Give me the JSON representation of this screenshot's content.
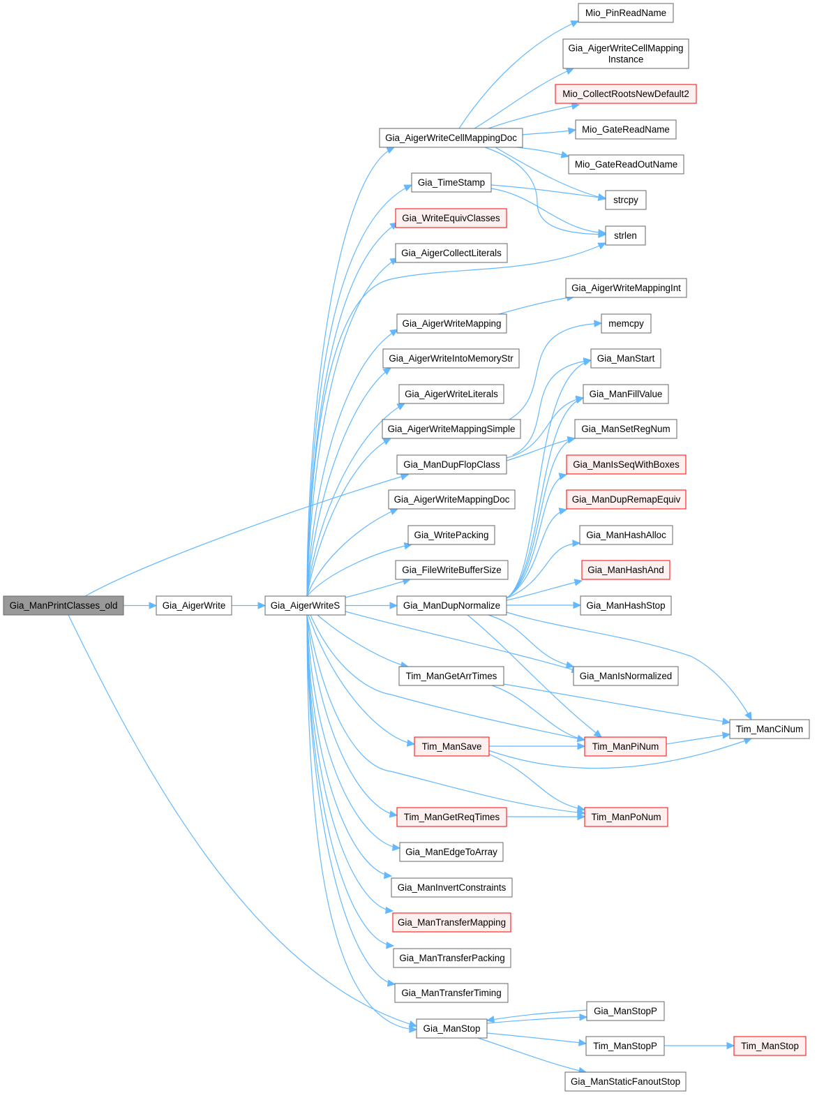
{
  "colors": {
    "edge": "#63b8ff",
    "normal_fill": "#ffffff",
    "normal_border": "#666666",
    "highlight_fill": "#999999",
    "highlight_border": "#666666",
    "truncated_fill": "#fff0f0",
    "truncated_border": "#ff0000"
  },
  "nodes": {
    "root": {
      "lines": [
        "Gia_ManPrintClasses_old"
      ],
      "style": "highlight"
    },
    "aigerWrite": {
      "lines": [
        "Gia_AigerWrite"
      ],
      "style": "normal"
    },
    "aigerWriteS": {
      "lines": [
        "Gia_AigerWriteS"
      ],
      "style": "normal"
    },
    "cellMapDoc": {
      "lines": [
        "Gia_AigerWriteCellMappingDoc"
      ],
      "style": "normal"
    },
    "timeStamp": {
      "lines": [
        "Gia_TimeStamp"
      ],
      "style": "normal"
    },
    "writeEquiv": {
      "lines": [
        "Gia_WriteEquivClasses"
      ],
      "style": "truncated"
    },
    "collectLits": {
      "lines": [
        "Gia_AigerCollectLiterals"
      ],
      "style": "normal"
    },
    "writeMapping": {
      "lines": [
        "Gia_AigerWriteMapping"
      ],
      "style": "normal"
    },
    "intoMemStr": {
      "lines": [
        "Gia_AigerWriteIntoMemoryStr"
      ],
      "style": "normal"
    },
    "writeLits": {
      "lines": [
        "Gia_AigerWriteLiterals"
      ],
      "style": "normal"
    },
    "mapSimple": {
      "lines": [
        "Gia_AigerWriteMappingSimple"
      ],
      "style": "normal"
    },
    "dupFlop": {
      "lines": [
        "Gia_ManDupFlopClass"
      ],
      "style": "normal"
    },
    "mapDoc": {
      "lines": [
        "Gia_AigerWriteMappingDoc"
      ],
      "style": "normal"
    },
    "writePacking": {
      "lines": [
        "Gia_WritePacking"
      ],
      "style": "normal"
    },
    "fileBuf": {
      "lines": [
        "Gia_FileWriteBufferSize"
      ],
      "style": "normal"
    },
    "dupNorm": {
      "lines": [
        "Gia_ManDupNormalize"
      ],
      "style": "normal"
    },
    "getArr": {
      "lines": [
        "Tim_ManGetArrTimes"
      ],
      "style": "normal"
    },
    "timSave": {
      "lines": [
        "Tim_ManSave"
      ],
      "style": "truncated"
    },
    "getReq": {
      "lines": [
        "Tim_ManGetReqTimes"
      ],
      "style": "truncated"
    },
    "edgeToArr": {
      "lines": [
        "Gia_ManEdgeToArray"
      ],
      "style": "normal"
    },
    "invCons": {
      "lines": [
        "Gia_ManInvertConstraints"
      ],
      "style": "normal"
    },
    "transMap": {
      "lines": [
        "Gia_ManTransferMapping"
      ],
      "style": "truncated"
    },
    "transPack": {
      "lines": [
        "Gia_ManTransferPacking"
      ],
      "style": "normal"
    },
    "transTime": {
      "lines": [
        "Gia_ManTransferTiming"
      ],
      "style": "normal"
    },
    "manStop": {
      "lines": [
        "Gia_ManStop"
      ],
      "style": "normal"
    },
    "pinRead": {
      "lines": [
        "Mio_PinReadName"
      ],
      "style": "normal"
    },
    "cellInst": {
      "lines": [
        "Gia_AigerWriteCellMapping",
        "Instance"
      ],
      "style": "normal"
    },
    "collectRoots": {
      "lines": [
        "Mio_CollectRootsNewDefault2"
      ],
      "style": "truncated"
    },
    "gateName": {
      "lines": [
        "Mio_GateReadName"
      ],
      "style": "normal"
    },
    "gateOut": {
      "lines": [
        "Mio_GateReadOutName"
      ],
      "style": "normal"
    },
    "strcpy": {
      "lines": [
        "strcpy"
      ],
      "style": "normal"
    },
    "strlen": {
      "lines": [
        "strlen"
      ],
      "style": "normal"
    },
    "mapInt": {
      "lines": [
        "Gia_AigerWriteMappingInt"
      ],
      "style": "normal"
    },
    "memcpy": {
      "lines": [
        "memcpy"
      ],
      "style": "normal"
    },
    "manStart": {
      "lines": [
        "Gia_ManStart"
      ],
      "style": "normal"
    },
    "fillVal": {
      "lines": [
        "Gia_ManFillValue"
      ],
      "style": "normal"
    },
    "setReg": {
      "lines": [
        "Gia_ManSetRegNum"
      ],
      "style": "normal"
    },
    "isSeqBox": {
      "lines": [
        "Gia_ManIsSeqWithBoxes"
      ],
      "style": "truncated"
    },
    "dupRemap": {
      "lines": [
        "Gia_ManDupRemapEquiv"
      ],
      "style": "truncated"
    },
    "hashAlloc": {
      "lines": [
        "Gia_ManHashAlloc"
      ],
      "style": "normal"
    },
    "hashAnd": {
      "lines": [
        "Gia_ManHashAnd"
      ],
      "style": "truncated"
    },
    "hashStop": {
      "lines": [
        "Gia_ManHashStop"
      ],
      "style": "normal"
    },
    "isNorm": {
      "lines": [
        "Gia_ManIsNormalized"
      ],
      "style": "normal"
    },
    "piNum": {
      "lines": [
        "Tim_ManPiNum"
      ],
      "style": "truncated"
    },
    "poNum": {
      "lines": [
        "Tim_ManPoNum"
      ],
      "style": "truncated"
    },
    "ciNum": {
      "lines": [
        "Tim_ManCiNum"
      ],
      "style": "normal"
    },
    "stopP": {
      "lines": [
        "Gia_ManStopP"
      ],
      "style": "normal"
    },
    "timStopP": {
      "lines": [
        "Tim_ManStopP"
      ],
      "style": "normal"
    },
    "fanoutStop": {
      "lines": [
        "Gia_ManStaticFanoutStop"
      ],
      "style": "normal"
    },
    "timStop": {
      "lines": [
        "Tim_ManStop"
      ],
      "style": "truncated"
    }
  },
  "edges": [
    [
      "root",
      "aigerWrite"
    ],
    [
      "root",
      "dupFlop"
    ],
    [
      "root",
      "manStop"
    ],
    [
      "aigerWrite",
      "aigerWriteS"
    ],
    [
      "aigerWriteS",
      "cellMapDoc"
    ],
    [
      "aigerWriteS",
      "timeStamp"
    ],
    [
      "aigerWriteS",
      "writeEquiv"
    ],
    [
      "aigerWriteS",
      "collectLits"
    ],
    [
      "aigerWriteS",
      "strlen"
    ],
    [
      "aigerWriteS",
      "writeMapping"
    ],
    [
      "aigerWriteS",
      "intoMemStr"
    ],
    [
      "aigerWriteS",
      "writeLits"
    ],
    [
      "aigerWriteS",
      "mapSimple"
    ],
    [
      "aigerWriteS",
      "mapDoc"
    ],
    [
      "aigerWriteS",
      "writePacking"
    ],
    [
      "aigerWriteS",
      "fileBuf"
    ],
    [
      "aigerWriteS",
      "dupNorm"
    ],
    [
      "aigerWriteS",
      "isNorm"
    ],
    [
      "aigerWriteS",
      "getArr"
    ],
    [
      "aigerWriteS",
      "piNum"
    ],
    [
      "aigerWriteS",
      "timSave"
    ],
    [
      "aigerWriteS",
      "poNum"
    ],
    [
      "aigerWriteS",
      "getReq"
    ],
    [
      "aigerWriteS",
      "edgeToArr"
    ],
    [
      "aigerWriteS",
      "invCons"
    ],
    [
      "aigerWriteS",
      "transMap"
    ],
    [
      "aigerWriteS",
      "transPack"
    ],
    [
      "aigerWriteS",
      "transTime"
    ],
    [
      "aigerWriteS",
      "manStop"
    ],
    [
      "cellMapDoc",
      "pinRead"
    ],
    [
      "cellMapDoc",
      "cellInst"
    ],
    [
      "cellMapDoc",
      "collectRoots"
    ],
    [
      "cellMapDoc",
      "gateName"
    ],
    [
      "cellMapDoc",
      "gateOut"
    ],
    [
      "cellMapDoc",
      "strcpy"
    ],
    [
      "cellMapDoc",
      "strlen"
    ],
    [
      "timeStamp",
      "strcpy"
    ],
    [
      "timeStamp",
      "strlen"
    ],
    [
      "writeMapping",
      "mapInt"
    ],
    [
      "mapSimple",
      "memcpy"
    ],
    [
      "dupFlop",
      "manStart"
    ],
    [
      "dupFlop",
      "fillVal"
    ],
    [
      "dupFlop",
      "setReg"
    ],
    [
      "dupNorm",
      "manStart"
    ],
    [
      "dupNorm",
      "fillVal"
    ],
    [
      "dupNorm",
      "setReg"
    ],
    [
      "dupNorm",
      "isSeqBox"
    ],
    [
      "dupNorm",
      "dupRemap"
    ],
    [
      "dupNorm",
      "hashAlloc"
    ],
    [
      "dupNorm",
      "hashAnd"
    ],
    [
      "dupNorm",
      "hashStop"
    ],
    [
      "dupNorm",
      "isNorm"
    ],
    [
      "dupNorm",
      "ciNum"
    ],
    [
      "dupNorm",
      "piNum"
    ],
    [
      "getArr",
      "ciNum"
    ],
    [
      "getArr",
      "piNum"
    ],
    [
      "timSave",
      "piNum"
    ],
    [
      "timSave",
      "ciNum"
    ],
    [
      "timSave",
      "poNum"
    ],
    [
      "getReq",
      "poNum"
    ],
    [
      "piNum",
      "ciNum"
    ],
    [
      "manStop",
      "stopP"
    ],
    [
      "manStop",
      "timStopP"
    ],
    [
      "manStop",
      "fanoutStop"
    ],
    [
      "stopP",
      "manStop"
    ],
    [
      "timStopP",
      "timStop"
    ]
  ]
}
